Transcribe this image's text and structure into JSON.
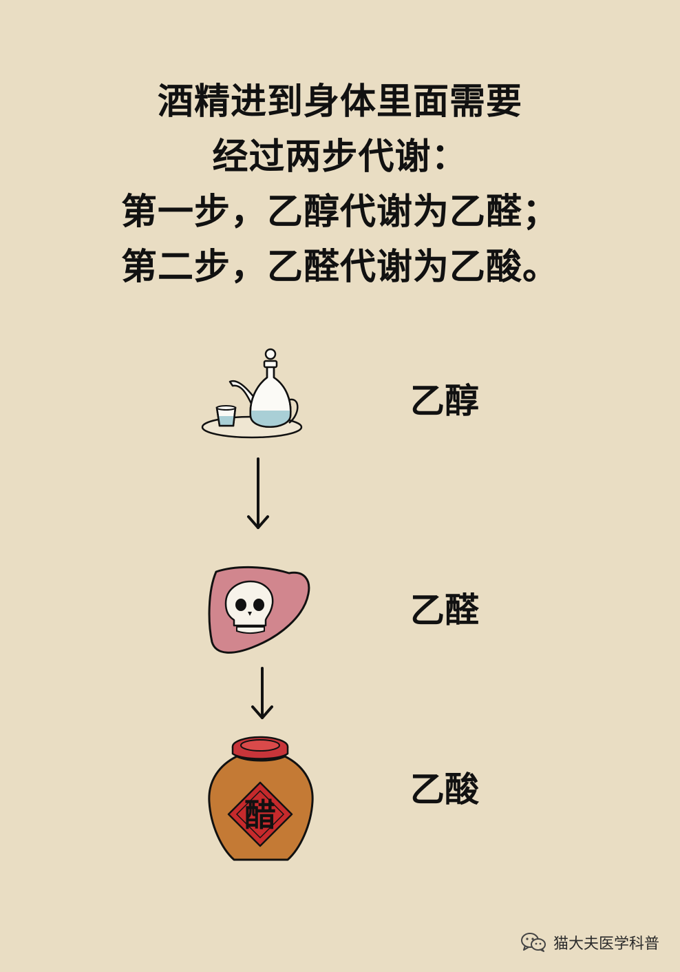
{
  "intro": {
    "lines": [
      "酒精进到身体里面需要",
      "经过两步代谢：",
      "第一步，乙醇代谢为乙醛；",
      "第二步，乙醛代谢为乙酸。"
    ]
  },
  "stages": [
    {
      "label": "乙醇",
      "icon": "wine-pot-icon"
    },
    {
      "label": "乙醛",
      "icon": "liver-skull-icon"
    },
    {
      "label": "乙酸",
      "icon": "vinegar-jar-icon",
      "jar_text": "醋"
    }
  ],
  "footer": {
    "account": "猫大夫医学科普",
    "icon": "wechat-icon"
  },
  "colors": {
    "background": "#e9ddc3",
    "liver": "#d1868e",
    "jar": "#c47a35",
    "jar_lid": "#c8353a",
    "label_diamond": "#c62a2c",
    "water": "#a9cfd6"
  }
}
